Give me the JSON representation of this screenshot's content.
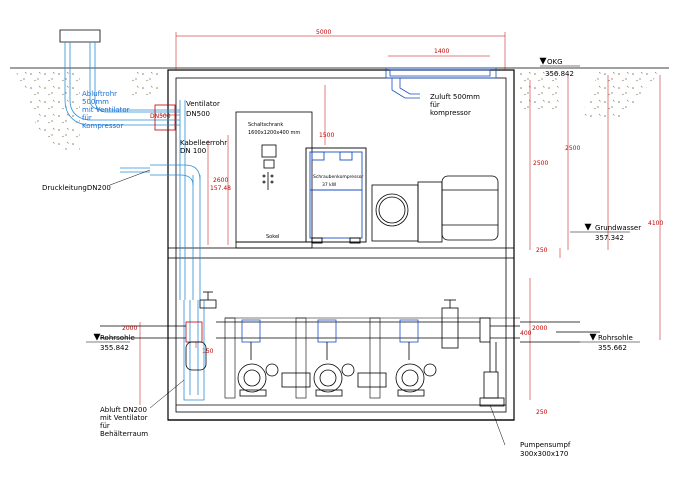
{
  "labels": {
    "abluft_kompressor": [
      "Abluftrohr",
      "500mm",
      "mit Ventilator",
      "für",
      "Kompressor"
    ],
    "ventilator": [
      "Ventilator",
      "DN500"
    ],
    "kabelleerrohr": [
      "Kabelleerrohr",
      "DN 100"
    ],
    "druckleitung": "DruckleitungDN200",
    "zuluft": [
      "Zuluft 500mm",
      "für",
      "kompressor"
    ],
    "schaltschrank": [
      "Schaltschrank",
      "1600x1200x400 mm"
    ],
    "sockel": "Sokel",
    "schraubenkompressor": [
      "Schraubenkompressor",
      "37 kW"
    ],
    "okg_title": "OKG",
    "okg_value": "356.842",
    "grundwasser_title": "Grundwasser",
    "grundwasser_value": "357.342",
    "rohrsohle_right_title": "Rohrsohle",
    "rohrsohle_right_value": "355.662",
    "rohrsohle_left_title": "Rohrsohle",
    "rohrsohle_left_value": "355.842",
    "abluft_behaelter": [
      "Abluft DN200",
      "mit Ventilator",
      "für",
      "Behälterraum"
    ],
    "pumpensumpf": [
      "Pumpensumpf",
      "300x300x170"
    ]
  },
  "dimensions": {
    "width_total": "5000",
    "zuluft_width": "1400",
    "h_2500_a": "2500",
    "h_2500_b": "2500",
    "h_4100": "4100",
    "h_2600": "2600",
    "h_1574": "157.48",
    "h_250_top": "250",
    "h_250_bottom": "250",
    "h_2000_left": "2000",
    "h_2000_right": "2000",
    "h_400": "400",
    "h_150": "150",
    "h_1500": "1500",
    "dn500_small": "DN500"
  },
  "colors": {
    "structure": "#000000",
    "dimension": "#c00000",
    "pipe_air": "#2a8fd8",
    "equipment": "#1a4fc0",
    "soil": "#8a7a60"
  }
}
